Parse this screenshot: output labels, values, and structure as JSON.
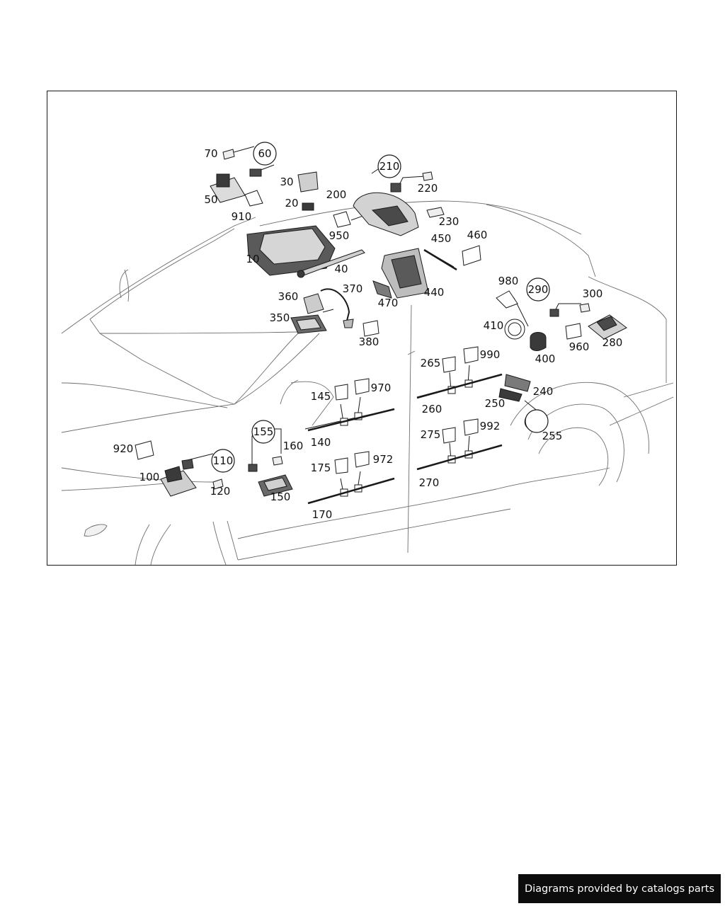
{
  "footer": {
    "text": "Diagrams provided by catalogs parts"
  },
  "colors": {
    "line": "#1a1a1a",
    "part_fill": "#d9d9d9",
    "part_dark": "#3a3a3a",
    "footer_bg": "#0c0c0c",
    "footer_text": "#ffffff"
  },
  "callouts": {
    "c10": "10",
    "c20": "20",
    "c30": "30",
    "c40": "40",
    "c50": "50",
    "c60": "60",
    "c70": "70",
    "c100": "100",
    "c110": "110",
    "c120": "120",
    "c140": "140",
    "c145": "145",
    "c150": "150",
    "c155": "155",
    "c160": "160",
    "c170": "170",
    "c175": "175",
    "c200": "200",
    "c210": "210",
    "c220": "220",
    "c230": "230",
    "c240": "240",
    "c250": "250",
    "c255": "255",
    "c260": "260",
    "c265": "265",
    "c270": "270",
    "c275": "275",
    "c280": "280",
    "c290": "290",
    "c300": "300",
    "c350": "350",
    "c360": "360",
    "c370": "370",
    "c380": "380",
    "c400": "400",
    "c410": "410",
    "c440": "440",
    "c450": "450",
    "c460": "460",
    "c470": "470",
    "c910": "910",
    "c920": "920",
    "c950": "950",
    "c960": "960",
    "c970": "970",
    "c972": "972",
    "c980": "980",
    "c990": "990",
    "c992": "992"
  }
}
